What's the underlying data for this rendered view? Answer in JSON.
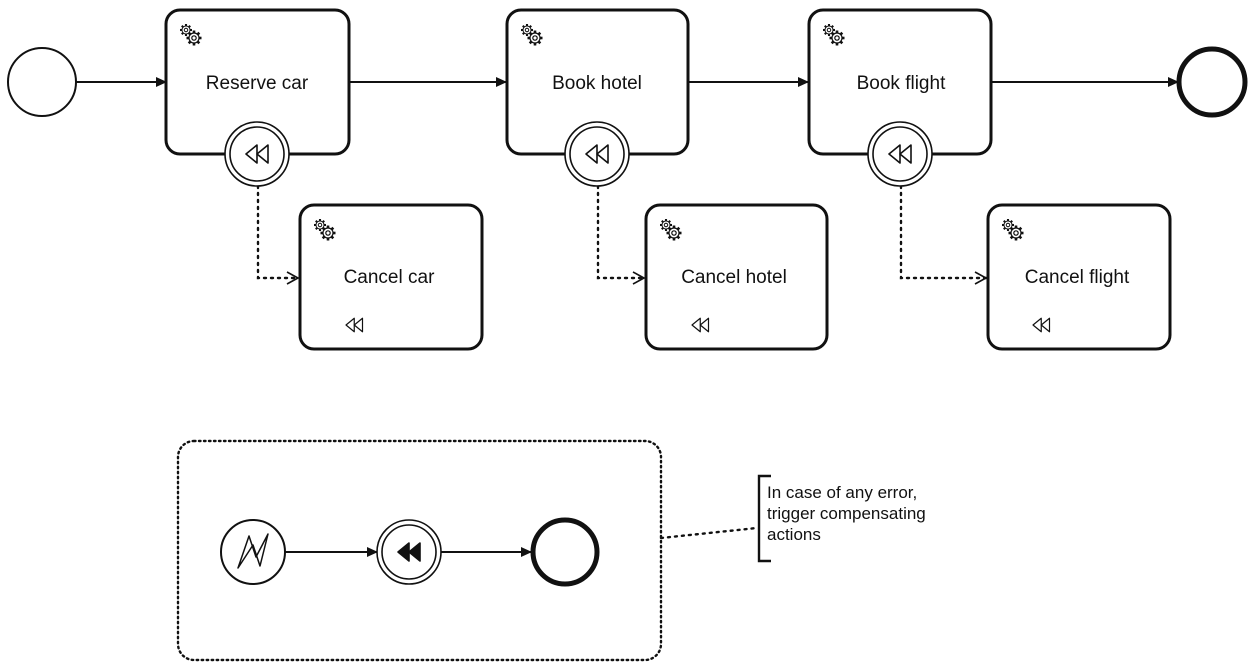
{
  "diagram": {
    "type": "BPMN process with compensation",
    "main_flow": {
      "start_event": "start-event",
      "end_event": "end-event",
      "tasks": [
        {
          "id": "reserve-car",
          "label": "Reserve car",
          "task_type": "service-task",
          "boundary_event": "compensation-boundary-event"
        },
        {
          "id": "book-hotel",
          "label": "Book hotel",
          "task_type": "service-task",
          "boundary_event": "compensation-boundary-event"
        },
        {
          "id": "book-flight",
          "label": "Book flight",
          "task_type": "service-task",
          "boundary_event": "compensation-boundary-event"
        }
      ]
    },
    "compensation_tasks": [
      {
        "id": "cancel-car",
        "label": "Cancel car",
        "compensates": "reserve-car",
        "marker": "compensation-marker"
      },
      {
        "id": "cancel-hotel",
        "label": "Cancel hotel",
        "compensates": "book-hotel",
        "marker": "compensation-marker"
      },
      {
        "id": "cancel-flight",
        "label": "Cancel flight",
        "compensates": "book-flight",
        "marker": "compensation-marker"
      }
    ],
    "event_subprocess": {
      "border_style": "dotted",
      "start_event": "error-start-event",
      "intermediate_event": "compensation-throw-event",
      "end_event": "end-event"
    },
    "annotation": {
      "lines": [
        "In case of any error,",
        "trigger compensating",
        "actions"
      ]
    },
    "colors": {
      "stroke": "#111111",
      "background": "#ffffff"
    }
  }
}
